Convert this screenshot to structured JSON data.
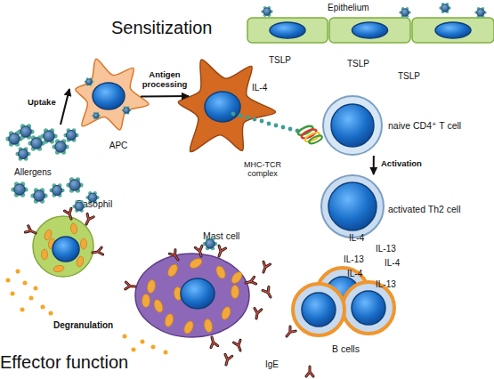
{
  "diagram": {
    "nodes": [
      {
        "text": [
          "Epithelium"
        ]
      },
      {
        "text": [
          "Allergens"
        ]
      },
      {
        "text": [
          "APC"
        ]
      },
      {
        "text": [
          "MHC-TCR complex"
        ]
      },
      {
        "text": [
          "naive CD4⁺ T cell"
        ]
      },
      {
        "text": [
          "activated Th2 cell"
        ]
      },
      {
        "text": [
          "Basophil"
        ]
      },
      {
        "text": [
          "Mast cell"
        ]
      },
      {
        "text": [
          "B cells"
        ]
      }
    ],
    "edges": [
      {
        "from": 1,
        "to": 2,
        "label": "Uptake",
        "arrow": "to"
      },
      {
        "from": 2,
        "to": 3,
        "label": "Antigen processing",
        "arrow": "to"
      },
      {
        "from": 4,
        "to": 5,
        "label": "Activation",
        "arrow": "to"
      }
    ],
    "labels": [
      "Sensitization",
      "TSLP",
      "TSLP",
      "TSLP",
      "IL-4",
      "IL-4",
      "IL-13",
      "IL-13",
      "IL-4",
      "IL-4",
      "IL-13",
      "Degranulation",
      "Effector function",
      "IgE"
    ]
  }
}
